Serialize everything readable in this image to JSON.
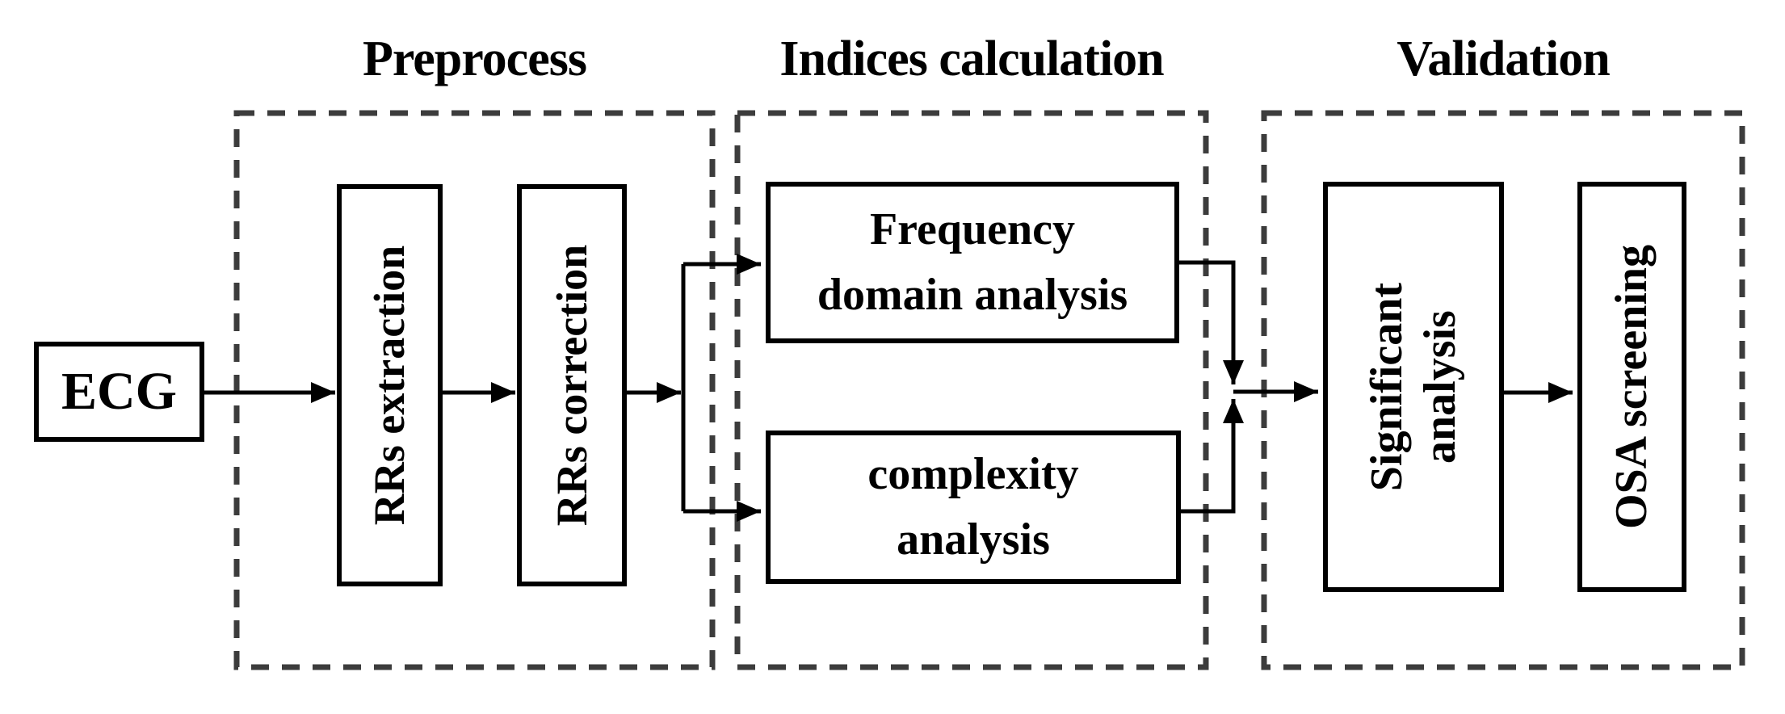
{
  "sections": [
    {
      "id": "preprocess",
      "title": "Preprocess"
    },
    {
      "id": "indices_calculation",
      "title": "Indices calculation"
    },
    {
      "id": "validation",
      "title": "Validation"
    }
  ],
  "nodes": {
    "ecg": {
      "label": "ECG"
    },
    "rrs_extraction": {
      "label": "RRs extraction"
    },
    "rrs_correction": {
      "label": "RRs correction"
    },
    "frequency_domain": {
      "line1": "Frequency",
      "line2": "domain analysis"
    },
    "complexity": {
      "line1": "complexity",
      "line2": "analysis"
    },
    "significant": {
      "line1": "Significant",
      "line2": "analysis"
    },
    "osa_screening": {
      "label": "OSA screening"
    }
  },
  "edges": [
    {
      "from": "ecg",
      "to": "rrs_extraction"
    },
    {
      "from": "rrs_extraction",
      "to": "rrs_correction"
    },
    {
      "from": "rrs_correction",
      "to": "frequency_domain"
    },
    {
      "from": "rrs_correction",
      "to": "complexity"
    },
    {
      "from": "frequency_domain",
      "to": "significant"
    },
    {
      "from": "complexity",
      "to": "significant"
    },
    {
      "from": "significant",
      "to": "osa_screening"
    }
  ],
  "colors": {
    "line": "#000000",
    "text": "#000000",
    "dashed_border": "#3c3c3c",
    "background": "#ffffff"
  }
}
